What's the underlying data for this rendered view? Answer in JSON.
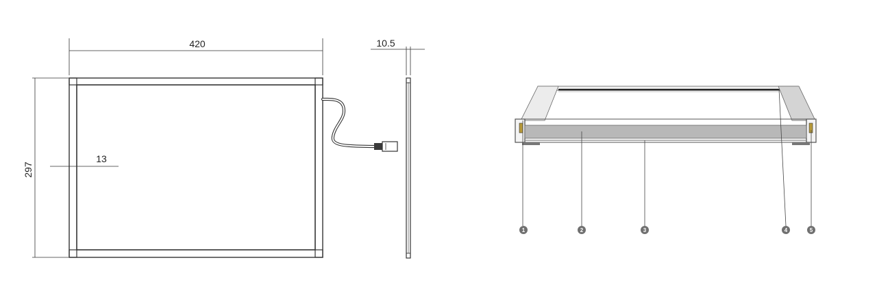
{
  "dimensions": {
    "width": "420",
    "height": "297",
    "frame": "13",
    "depth": "10.5"
  },
  "callouts": [
    "1",
    "2",
    "3",
    "4",
    "5"
  ],
  "colors": {
    "line": "#333333",
    "callout_fill": "#707070",
    "panel_grey": "#b5b5b5",
    "light_grey": "#d8d8d8"
  }
}
